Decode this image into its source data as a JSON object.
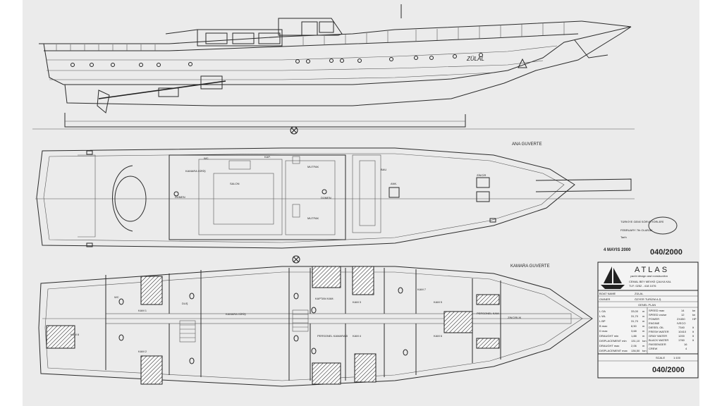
{
  "titles": {
    "main_deck": "ANA GUVERTE",
    "cabin_deck": "KAMARA GUVERTE",
    "hull_name": "ZÜLAL"
  },
  "main_deck_labels": {
    "salon": "SALON",
    "mutfak": "MUTFAK",
    "mutfak2": "MUTFAK",
    "kap": "KAP.",
    "dumen": "DÜMEN",
    "dumen2": "DÜMEN",
    "kamara_giris": "KAMARA GİRİŞ",
    "ank": "ANK.",
    "zincir": "ZİNCİR",
    "bau": "BAU",
    "wc": "WC"
  },
  "cabin_deck_labels": {
    "kamara_giris": "KAMARA GİRİŞ",
    "kaptan": "KAPTAN KAM.",
    "kam1": "KAM 1",
    "kam2": "KAM 2",
    "kam3": "KAM 3",
    "kam4": "KAM 4",
    "kam5": "KAM 5",
    "kam6": "KAM 6",
    "kam7": "KAM 7",
    "kam8": "KAM 8",
    "personel": "PERSONEL KAMARASI",
    "personel2": "PERSONEL KAM.",
    "wc": "WC",
    "dus": "DUŞ",
    "zincirlik": "ZİNCİRLİK"
  },
  "stamp": {
    "line1": "TÜRKİYE GEMİ SÖRVEYÖRLERİ",
    "line2": "FEBRUARY 7th OLARAK",
    "line3": "Tarih",
    "date": "4 MAYIS 2000",
    "number": "040/2000"
  },
  "title_block": {
    "brand": "ATLAS",
    "subtitle": "yacht design and construction",
    "address1": "CEMAL BEY MEVKİİ ÇALKA KAL",
    "address2": "TLF: 0252 - 418 1076",
    "boat_name_label": "BOAT NAME",
    "boat_name": "ZÜLAL",
    "owner_label": "OWNER",
    "owner": "ÖZYER TURİZM A.Ş.",
    "plan_label": "GENEL PLAN",
    "specs": [
      {
        "k": "L OA",
        "v": "33,00",
        "u": "m"
      },
      {
        "k": "L WL",
        "v": "31,70",
        "u": "m"
      },
      {
        "k": "L BP",
        "v": "31,70",
        "u": "m"
      },
      {
        "k": "B max",
        "v": "8,50",
        "u": "m"
      },
      {
        "k": "D max",
        "v": "3,68",
        "u": "m"
      },
      {
        "k": "DRAUGHT min",
        "v": "1,88",
        "u": "m"
      },
      {
        "k": "DISPLACEMENT min",
        "v": "131,10",
        "u": "ton"
      },
      {
        "k": "DRAUGHT max",
        "v": "2,06",
        "u": "m"
      },
      {
        "k": "DISPLACEMENT max",
        "v": "136,50",
        "u": "ton"
      }
    ],
    "specs_right": [
      {
        "k": "SPEED max",
        "v": "14",
        "u": "kn"
      },
      {
        "k": "SPEED cruise",
        "v": "12",
        "u": "kn"
      },
      {
        "k": "POWER",
        "v": "2X450",
        "u": "HP"
      },
      {
        "k": "ENGINE",
        "v": "IVECO",
        "u": ""
      },
      {
        "k": "DIESEL OIL",
        "v": "7340",
        "u": "lt"
      },
      {
        "k": "FRESH WATER",
        "v": "10410",
        "u": "lt"
      },
      {
        "k": "GRAY WATER",
        "v": "1200",
        "u": "lt"
      },
      {
        "k": "BLACK WATER",
        "v": "1760",
        "u": "lt"
      },
      {
        "k": "PASSENGER",
        "v": "16",
        "u": ""
      },
      {
        "k": "CREW",
        "v": "4",
        "u": ""
      }
    ],
    "scale_label": "SCALE",
    "scale": "1:100",
    "drawing_no": "040/2000"
  }
}
